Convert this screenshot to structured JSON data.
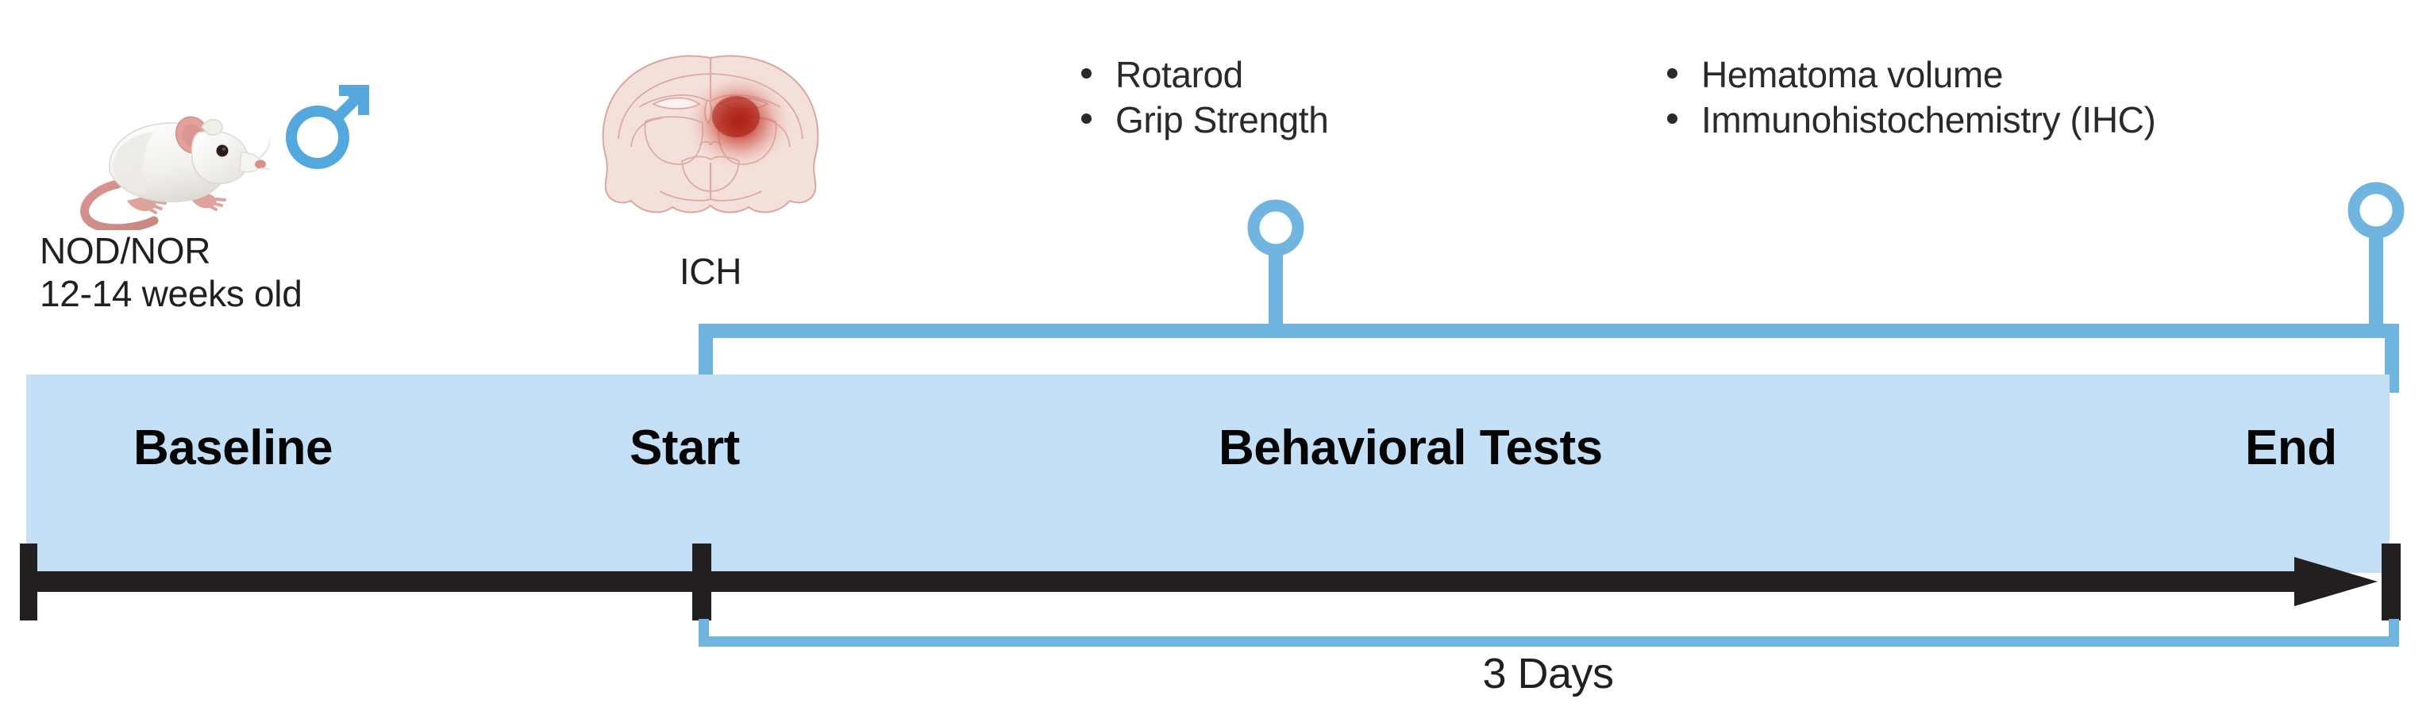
{
  "figure": {
    "type": "experimental-timeline",
    "title": "ICH mouse experimental timeline"
  },
  "subject": {
    "animal_icon": "mouse-icon",
    "sex_icon": "male-symbol-icon",
    "strain": "NOD/NOR",
    "age": "12-14 weeks old"
  },
  "model": {
    "brain_icon": "coronal-brain-hemorrhage-icon",
    "label": "ICH"
  },
  "behavior_tests": {
    "items": [
      {
        "label": "Rotarod"
      },
      {
        "label": "Grip Strength"
      }
    ]
  },
  "outcome_measures": {
    "items": [
      {
        "label": "Hematoma volume"
      },
      {
        "label": "Immunohistochemistry (IHC)"
      }
    ]
  },
  "timeline": {
    "phases": [
      {
        "key": "baseline",
        "label": "Baseline"
      },
      {
        "key": "start",
        "label": "Start"
      },
      {
        "key": "behavioral",
        "label": "Behavioral Tests"
      },
      {
        "key": "end",
        "label": "End"
      }
    ],
    "duration_label": "3 Days",
    "markers": [
      {
        "key": "behavioral-timepoint",
        "icon": "circle-marker-icon"
      },
      {
        "key": "endpoint-timepoint",
        "icon": "circle-marker-icon"
      }
    ]
  },
  "colors": {
    "band_fill": "#c3e0f7",
    "accent_blue": "#70b4e0",
    "axis_black": "#231f20",
    "text_black": "#231f20",
    "hemorrhage_red": "#c0392b",
    "brain_tissue": "#f2ded9"
  }
}
